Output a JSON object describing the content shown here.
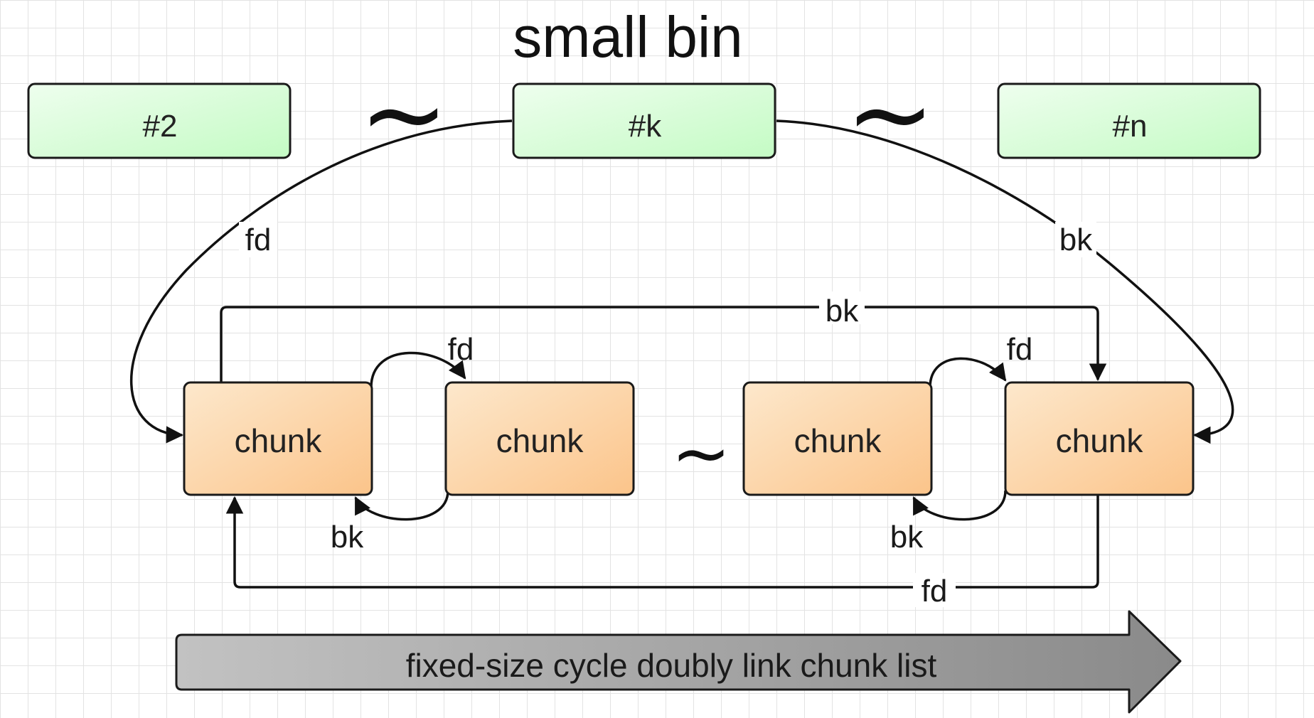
{
  "title": "small bin",
  "bins": [
    {
      "label": "#2"
    },
    {
      "label": "#k"
    },
    {
      "label": "#n"
    }
  ],
  "chunks": [
    {
      "label": "chunk"
    },
    {
      "label": "chunk"
    },
    {
      "label": "chunk"
    },
    {
      "label": "chunk"
    }
  ],
  "tildes": [
    "~",
    "~",
    "~"
  ],
  "links": {
    "bin_fd": "fd",
    "bin_bk": "bk",
    "top_bk": "bk",
    "c1_c2_fd": "fd",
    "c2_c1_bk": "bk",
    "c3_c4_fd": "fd",
    "c4_c3_bk": "bk",
    "bottom_fd": "fd"
  },
  "banner": {
    "label": "fixed-size cycle doubly link chunk list"
  },
  "colors": {
    "bin_fill_light": "#e9fde9",
    "bin_fill_dark": "#c8fcc8",
    "chunk_fill_light": "#fde5c6",
    "chunk_fill_dark": "#fbc990",
    "banner_fill_light": "#b8b8b8",
    "banner_fill_dark": "#888888"
  }
}
